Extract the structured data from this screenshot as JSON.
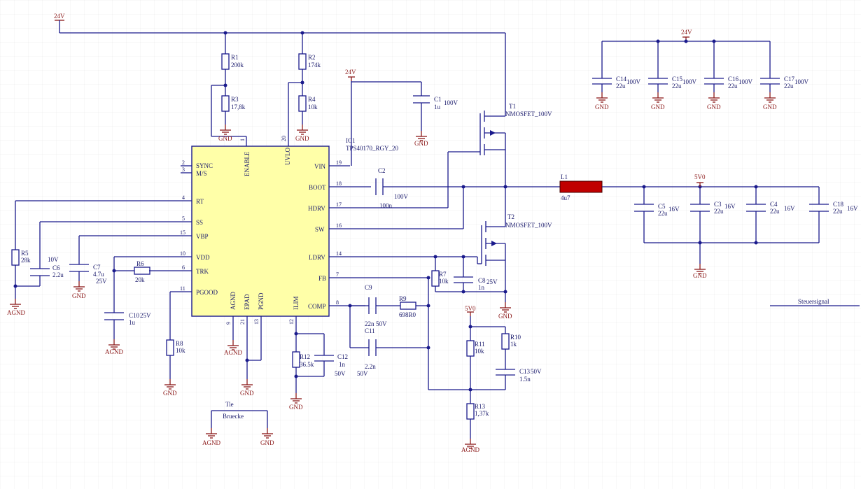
{
  "power": {
    "v24": "24V",
    "v5": "5V0",
    "gnd": "GND",
    "agnd": "AGND"
  },
  "ic": {
    "ref": "IC1",
    "part": "TPS40170_RGY_20",
    "pins_left": [
      "SYNC",
      "M/S",
      "RT",
      "SS",
      "VBP",
      "VDD",
      "TRK",
      "PGOOD"
    ],
    "pins_right": [
      "VIN",
      "BOOT",
      "HDRV",
      "SW",
      "LDRV",
      "FB",
      "COMP"
    ],
    "pins_top": [
      "ENABLE",
      "UVLO"
    ],
    "pins_bottom": [
      "AGND",
      "EPAD",
      "PGND",
      "ILIM"
    ],
    "num_left": [
      "2",
      "3",
      "4",
      "5",
      "15",
      "10",
      "6",
      "11"
    ],
    "num_right": [
      "19",
      "18",
      "17",
      "16",
      "14",
      "7",
      "8"
    ],
    "num_top": [
      "1",
      "20"
    ],
    "num_bottom": [
      "9",
      "21",
      "13",
      "12"
    ]
  },
  "parts": {
    "R1": {
      "ref": "R1",
      "val": "200k"
    },
    "R2": {
      "ref": "R2",
      "val": "174k"
    },
    "R3": {
      "ref": "R3",
      "val": "17,8k"
    },
    "R4": {
      "ref": "R4",
      "val": "10k"
    },
    "R5": {
      "ref": "R5",
      "val": "28k"
    },
    "R6": {
      "ref": "R6",
      "val": "20k"
    },
    "R7": {
      "ref": "R7",
      "val": "10k"
    },
    "R8": {
      "ref": "R8",
      "val": "10k"
    },
    "R9": {
      "ref": "R9",
      "val": "698R0"
    },
    "R10": {
      "ref": "R10",
      "val": "1k"
    },
    "R11": {
      "ref": "R11",
      "val": "10k"
    },
    "R12": {
      "ref": "R12",
      "val": "36.5k"
    },
    "R13": {
      "ref": "R13",
      "val": "1,37k"
    },
    "C1": {
      "ref": "C1",
      "val": "1u",
      "v": "100V"
    },
    "C2": {
      "ref": "C2",
      "val": "100n",
      "v": "100V"
    },
    "C3": {
      "ref": "C3",
      "val": "22u",
      "v": "16V"
    },
    "C4": {
      "ref": "C4",
      "val": "22u",
      "v": "16V"
    },
    "C5": {
      "ref": "C5",
      "val": "22u",
      "v": "16V"
    },
    "C6": {
      "ref": "C6",
      "val": "2.2u",
      "v": "10V"
    },
    "C7": {
      "ref": "C7",
      "val": "4.7u",
      "v": "25V"
    },
    "C8": {
      "ref": "C8",
      "val": "1n",
      "v": "25V"
    },
    "C9": {
      "ref": "C9",
      "val": "22n",
      "v": "50V"
    },
    "C10": {
      "ref": "C10",
      "val": "1u",
      "v": "25V"
    },
    "C11": {
      "ref": "C11",
      "val": "2.2n",
      "v": "50V"
    },
    "C12": {
      "ref": "C12",
      "val": "1n",
      "v": "50V"
    },
    "C13": {
      "ref": "C13",
      "val": "1.5n",
      "v": "50V"
    },
    "C14": {
      "ref": "C14",
      "val": "22u",
      "v": "100V"
    },
    "C15": {
      "ref": "C15",
      "val": "22u",
      "v": "100V"
    },
    "C16": {
      "ref": "C16",
      "val": "22u",
      "v": "100V"
    },
    "C17": {
      "ref": "C17",
      "val": "22u",
      "v": "100V"
    },
    "C18": {
      "ref": "C18",
      "val": "22u",
      "v": "16V"
    },
    "T1": {
      "ref": "T1",
      "val": "NMOSFET_100V"
    },
    "T2": {
      "ref": "T2",
      "val": "NMOSFET_100V"
    },
    "L1": {
      "ref": "L1",
      "val": "4u7"
    }
  },
  "tie": {
    "line1": "Tie",
    "line2": "Bruecke"
  },
  "net_label": "Steuersignal",
  "colors": {
    "wire": "#1a1a8c",
    "power": "#8c1a1a",
    "ic_fill": "#ffffa8",
    "inductor": "#c00000",
    "grid": "#e8e8e8"
  }
}
